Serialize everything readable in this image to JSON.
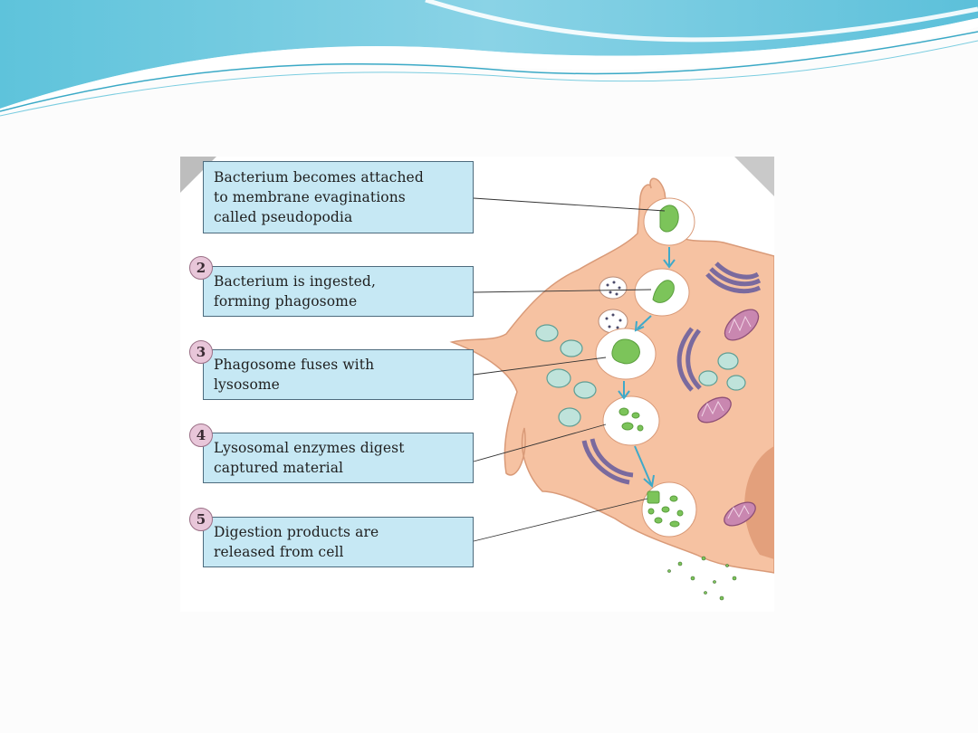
{
  "slide": {
    "banner_colors": [
      "#5bc4dc",
      "#a7e0ee",
      "#ffffff"
    ]
  },
  "figure": {
    "steps": [
      {
        "number": "",
        "text": "Bacterium becomes attached\nto membrane evaginations\ncalled pseudopodia"
      },
      {
        "number": "2",
        "text": "Bacterium is ingested,\nforming phagosome"
      },
      {
        "number": "3",
        "text": "Phagosome fuses with\nlysosome"
      },
      {
        "number": "4",
        "text": "Lysosomal enzymes digest\ncaptured material"
      },
      {
        "number": "5",
        "text": "Digestion products are\nreleased from cell"
      }
    ],
    "colors": {
      "cell": "#f6c2a2",
      "cell_outline": "#d99a78",
      "bacterium": "#7cc45a",
      "label_box": "#c6e8f4",
      "arrow": "#3fa9c9",
      "mitochondria": "#c987b0",
      "lysosome": "#bfe3db"
    }
  }
}
